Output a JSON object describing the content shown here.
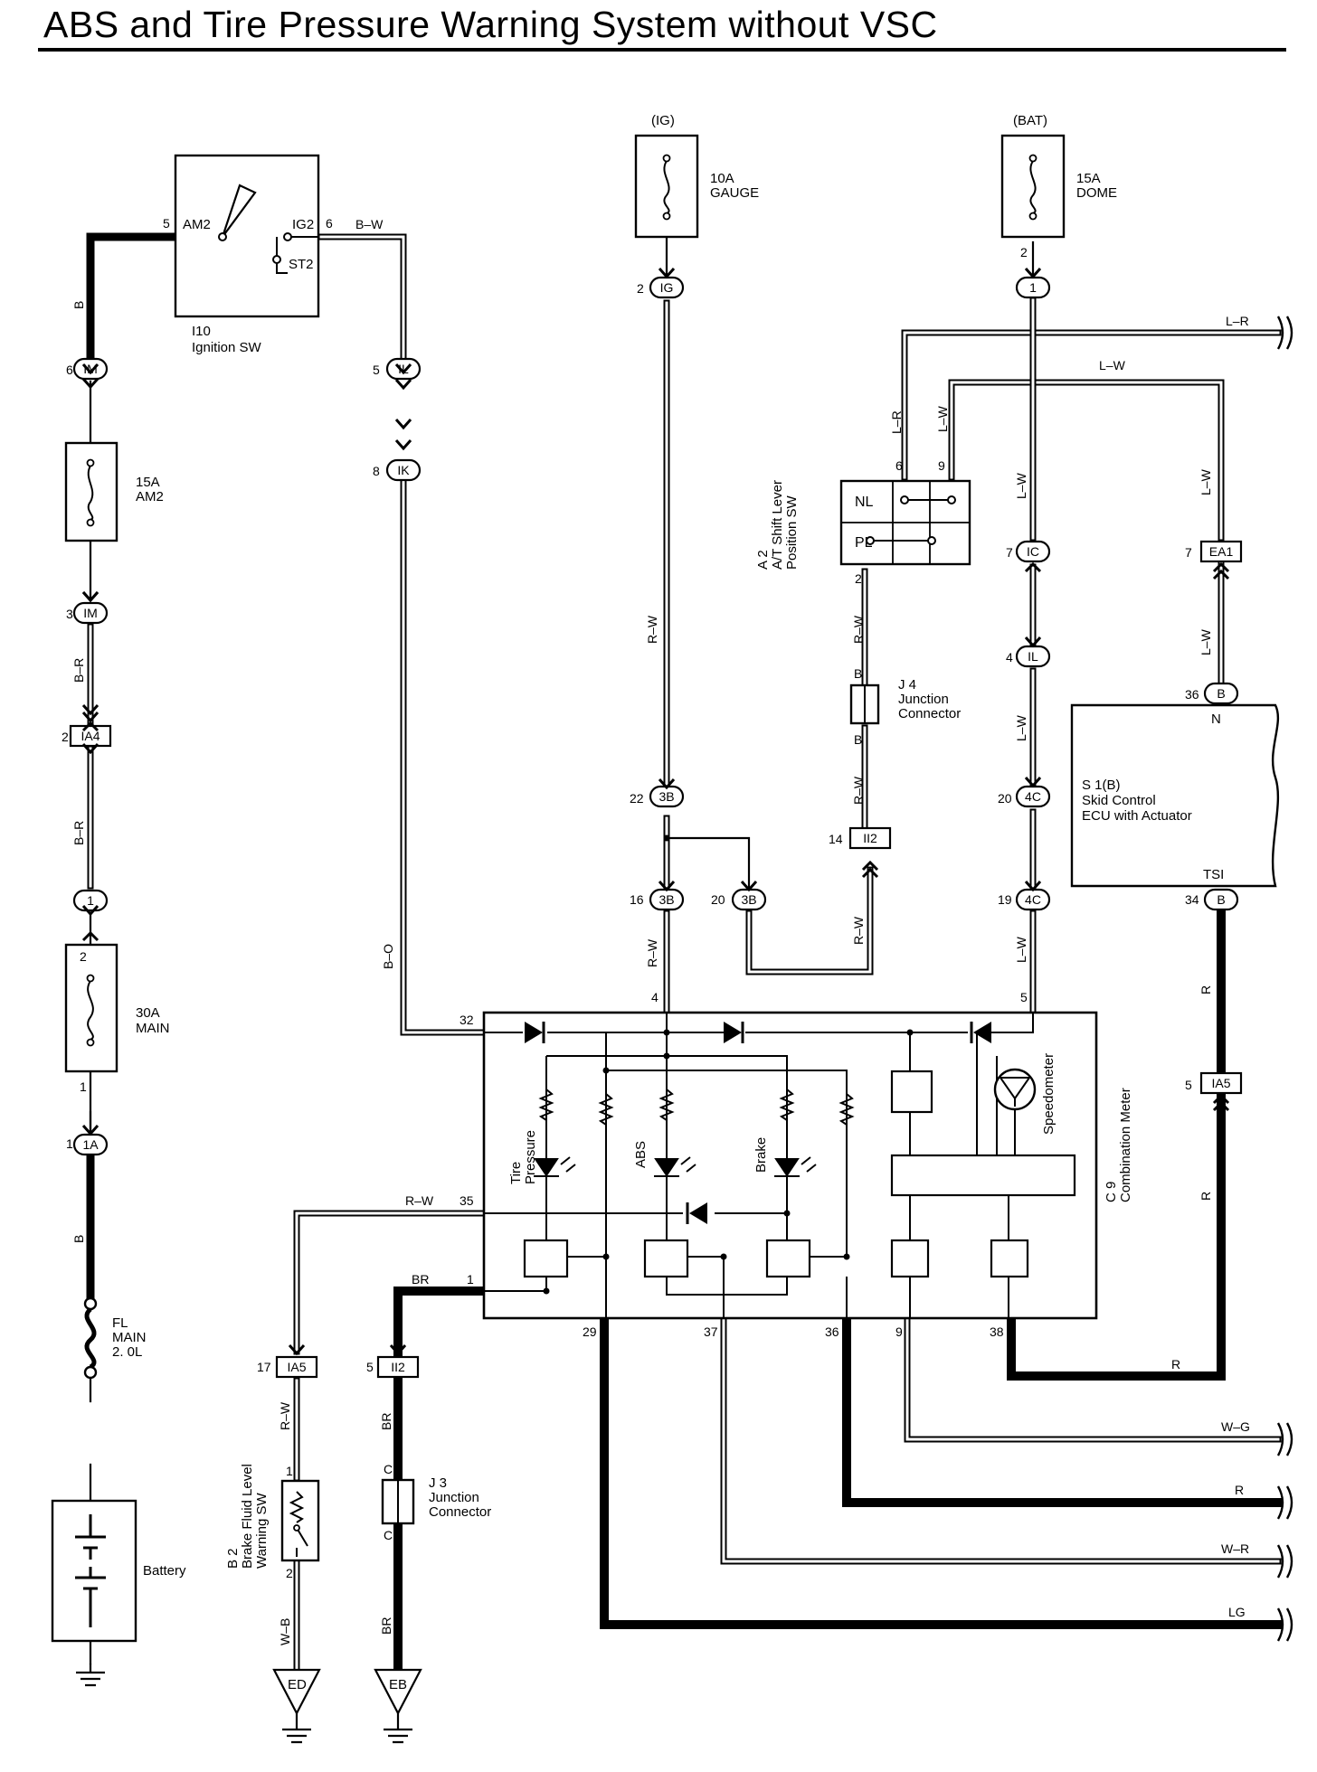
{
  "title": "ABS and Tire Pressure Warning System without VSC",
  "power_sources": [
    {
      "label": "(IG)",
      "fuse_amp": "10A",
      "fuse_name": "GAUGE"
    },
    {
      "label": "(BAT)",
      "fuse_amp": "15A",
      "fuse_name": "DOME"
    }
  ],
  "fuses": [
    {
      "amp": "15A",
      "name": "AM2"
    },
    {
      "amp": "30A",
      "name": "MAIN"
    }
  ],
  "fusible_link": {
    "name": "FL",
    "line2": "MAIN",
    "line3": "2. 0L"
  },
  "battery": {
    "label": "Battery"
  },
  "components": {
    "ignition_switch": {
      "code": "I10",
      "name": "Ignition SW",
      "terminals": [
        "AM2",
        "IG2",
        "ST2"
      ]
    },
    "shift_switch": {
      "code": "A 2",
      "line1": "A/T Shift Lever",
      "line2": "Position SW",
      "positions": [
        "NL",
        "PL"
      ]
    },
    "junction_j4": {
      "code": "J 4",
      "line1": "Junction",
      "line2": "Connector"
    },
    "junction_j3": {
      "code": "J 3",
      "line1": "Junction",
      "line2": "Connector"
    },
    "skid_ecu": {
      "code": "S 1(B)",
      "line1": "Skid Control",
      "line2": "ECU with Actuator",
      "pin_n": "N",
      "pin_tsi": "TSI"
    },
    "combination_meter": {
      "code": "C 9",
      "name": "Combination Meter",
      "lamps": [
        "Tire",
        "Pressure",
        "ABS",
        "Brake"
      ],
      "gauge": "Speedometer"
    },
    "brake_fluid_sw": {
      "code": "B 2",
      "line1": "Brake Fluid Level",
      "line2": "Warning SW"
    }
  },
  "connectors": [
    "IM",
    "IM",
    "IA4",
    "1",
    "1A",
    "IL",
    "IK",
    "IG",
    "3B",
    "3B",
    "3B",
    "1",
    "IC",
    "IL",
    "4C",
    "4C",
    "EA1",
    "B",
    "B",
    "IA5",
    "IA5",
    "II2",
    "II2"
  ],
  "grounds": [
    "ED",
    "EB"
  ],
  "wire_colors": {
    "b": "B",
    "br": "B–R",
    "bw": "B–W",
    "bo": "B–O",
    "rw": "R–W",
    "lr": "L–R",
    "lw": "L–W",
    "r": "R",
    "br2": "BR",
    "wb": "W–B",
    "wg": "W–G",
    "wr": "W–R",
    "lg": "LG",
    "c": "C"
  },
  "pins": {
    "p1": "1",
    "p2": "2",
    "p3": "3",
    "p4": "4",
    "p5": "5",
    "p6": "6",
    "p7": "7",
    "p8": "8",
    "p9": "9",
    "p14": "14",
    "p16": "16",
    "p17": "17",
    "p19": "19",
    "p20": "20",
    "p22": "22",
    "p29": "29",
    "p32": "32",
    "p34": "34",
    "p35": "35",
    "p36": "36",
    "p37": "37",
    "p38": "38"
  }
}
